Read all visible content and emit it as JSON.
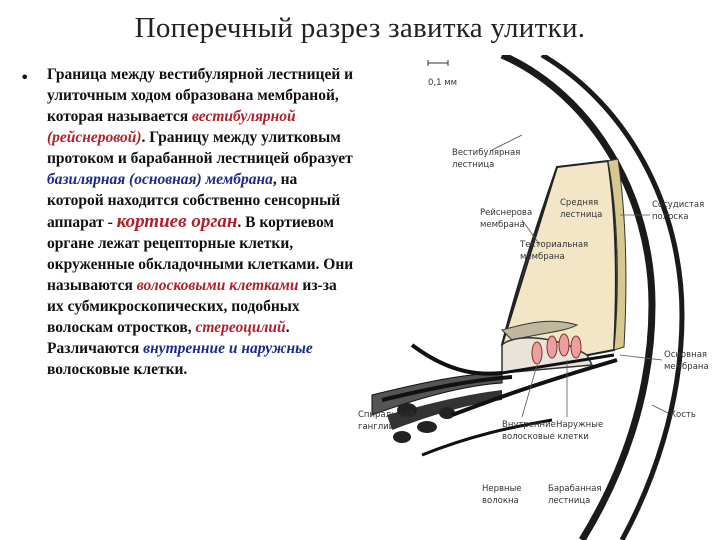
{
  "slide": {
    "title": "Поперечный разрез завитка улитки.",
    "bullet": "•",
    "p1": "Граница между вестибулярной лестницей и улиточным ходом образована мембраной, которая называется ",
    "p1_term": "вестибулярной (рейснеровой)",
    "p2": ". Границу между улитковым протоком и барабанной лестницей образует ",
    "p2_term": "базилярная (основная) мембрана",
    "p3": ", на которой находится собственно сенсорный аппарат - ",
    "p3_term": "кортиев орган",
    "p4": ". В кортиевом органе лежат рецепторные клетки, окруженные обкладочными клетками. Они называются ",
    "p4_term": "волосковыми клетками",
    "p5": " из-за их субмикроскопических, подобных волоскам отростков, ",
    "p5_term": "стереоцилий",
    "p6": ". Различаются ",
    "p6_term": "внутренние и наружные",
    "p7": " волосковые клетки."
  },
  "figure": {
    "scale": "0,1 мм",
    "vestibular_scala": [
      "Вестибулярная",
      "лестница"
    ],
    "reissner": [
      "Рейснерова",
      "мембрана"
    ],
    "middle_scala": [
      "Средняя",
      "лестница"
    ],
    "vascular_stripe": [
      "Сосудистая",
      "полоска"
    ],
    "tectorial": [
      "Текториальная",
      "мембрана"
    ],
    "basilar": [
      "Основная",
      "мембрана"
    ],
    "bone": "Кость",
    "spiral_ganglion": [
      "Спиральный",
      "ганглий"
    ],
    "inner_hair": [
      "Внутренние",
      "волосковые клетки"
    ],
    "outer_hair": [
      "Наружные",
      ""
    ],
    "nerve_fibers": [
      "Нервные",
      "волокна"
    ],
    "tympanic_scala": [
      "Барабанная",
      "лестница"
    ]
  }
}
